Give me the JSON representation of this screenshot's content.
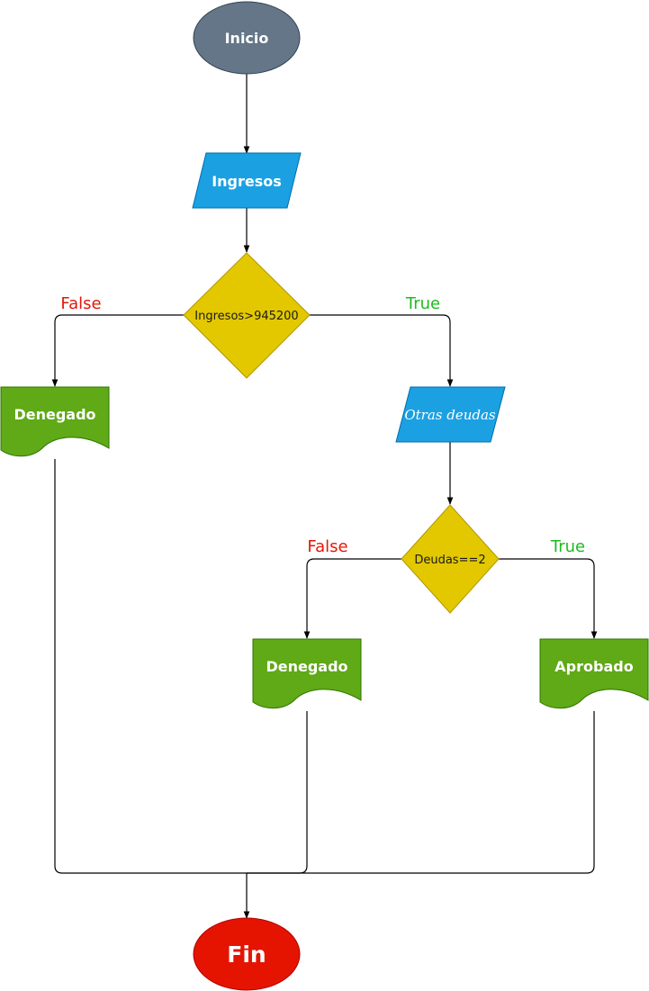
{
  "nodes": {
    "start": {
      "label": "Inicio"
    },
    "input_ingresos": {
      "label": "Ingresos"
    },
    "decision_ingresos": {
      "label": "Ingresos>945200"
    },
    "output_denegado_1": {
      "label": "Denegado"
    },
    "input_otras_deudas": {
      "label": "Otras deudas"
    },
    "decision_deudas": {
      "label": "Deudas==2"
    },
    "output_denegado_2": {
      "label": "Denegado"
    },
    "output_aprobado": {
      "label": "Aprobado"
    },
    "end": {
      "label": "Fin"
    }
  },
  "branches": {
    "ingresos_false": "False",
    "ingresos_true": "True",
    "deudas_false": "False",
    "deudas_true": "True"
  },
  "colors": {
    "start_fill": "#647687",
    "input_fill": "#1ba1e2",
    "decision_fill": "#e3c800",
    "output_fill": "#60a917",
    "end_fill": "#e51400",
    "false_label": "#e3170a",
    "true_label": "#1dbb1d"
  }
}
